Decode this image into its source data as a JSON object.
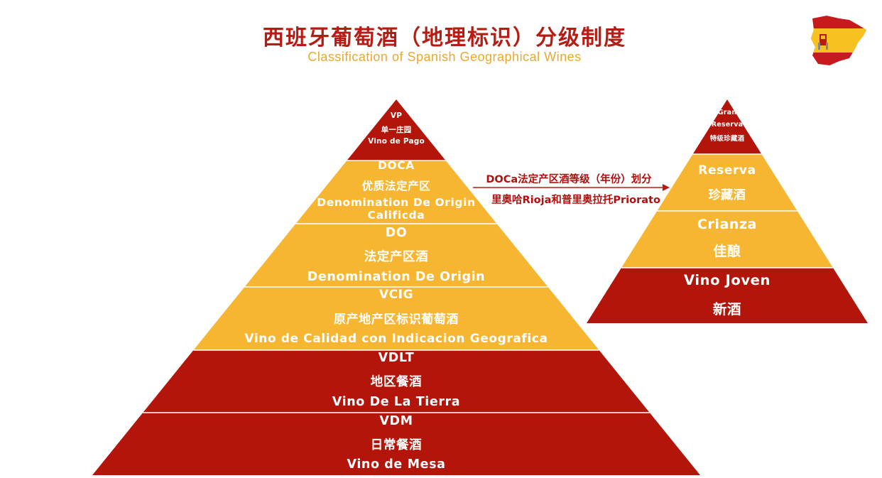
{
  "header": {
    "title": "西班牙葡萄酒（地理标识）分级制度",
    "subtitle": "Classification of Spanish Geographical Wines"
  },
  "colors": {
    "dark_red": "#b4150a",
    "gold": "#f7b631",
    "title_red": "#b51d14",
    "subtitle_gold": "#e7a92c"
  },
  "flag": {
    "icon": "spain-map-flag-icon"
  },
  "pyramid_origin": {
    "tiers": [
      {
        "lines": [
          "VP",
          "单一庄园",
          "Vino de Pago"
        ],
        "color": "dark_red"
      },
      {
        "lines": [
          "DOCA",
          "优质法定产区",
          "Denomination De Origin",
          "Calificda"
        ],
        "color": "gold"
      },
      {
        "lines": [
          "DO",
          "法定产区酒",
          "Denomination De Origin"
        ],
        "color": "gold"
      },
      {
        "lines": [
          "VCIG",
          "原产地产区标识葡萄酒",
          "Vino de Calidad con Indicacion Geografica"
        ],
        "color": "gold"
      },
      {
        "lines": [
          "VDLT",
          "地区餐酒",
          "Vino De La Tierra"
        ],
        "color": "dark_red"
      },
      {
        "lines": [
          "VDM",
          "日常餐酒",
          "Vino de Mesa"
        ],
        "color": "dark_red"
      }
    ]
  },
  "arrow_note": {
    "line1": "DOCa法定产区酒等级（年份）划分",
    "line2": "里奥哈Rioja和普里奥拉托Priorato"
  },
  "pyramid_age": {
    "tiers": [
      {
        "lines": [
          "Gran",
          "Reserva",
          "特级珍藏酒"
        ],
        "color": "dark_red"
      },
      {
        "lines": [
          "Reserva",
          "珍藏酒"
        ],
        "color": "gold"
      },
      {
        "lines": [
          "Crianza",
          "佳酿"
        ],
        "color": "gold"
      },
      {
        "lines": [
          "Vino Joven",
          "新酒"
        ],
        "color": "dark_red"
      }
    ]
  }
}
